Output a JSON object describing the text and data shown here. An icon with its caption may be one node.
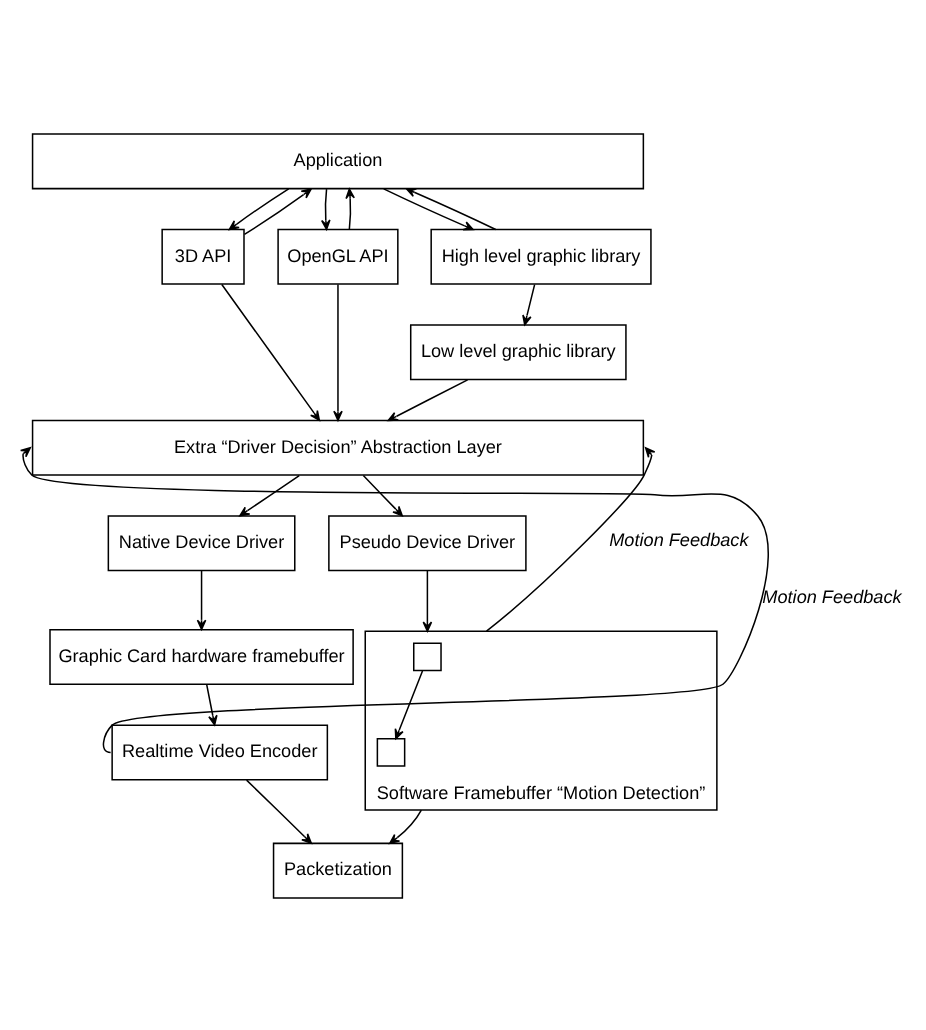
{
  "diagram": {
    "nodes": [
      {
        "text": [
          "Application"
        ]
      },
      {
        "text": [
          "3D API"
        ]
      },
      {
        "text": [
          "OpenGL API"
        ]
      },
      {
        "text": [
          "High level graphic library"
        ]
      },
      {
        "text": [
          "Low level graphic library"
        ]
      },
      {
        "text": [
          "Extra “Driver Decision” Abstraction Layer"
        ]
      },
      {
        "text": [
          "Native Device Driver"
        ]
      },
      {
        "text": [
          "Pseudo Device Driver"
        ]
      },
      {
        "text": [
          "Graphic Card hardware framebuffer"
        ]
      },
      {
        "text": [],
        "shape": "box",
        "beside": [
          "Software Framebuffer “Motion Detection”"
        ]
      },
      {
        "text": [],
        "shape": "box",
        "in": 9
      },
      {
        "text": [],
        "shape": "box",
        "in": 9
      },
      {
        "text": [
          "Realtime Video Encoder"
        ]
      },
      {
        "text": [
          "Packetization"
        ]
      }
    ],
    "edges": [
      {
        "from": 0,
        "to": 1,
        "arrow": "to"
      },
      {
        "from": 1,
        "to": 0,
        "arrow": "to"
      },
      {
        "from": 0,
        "to": 2,
        "arrow": "to"
      },
      {
        "from": 2,
        "to": 0,
        "arrow": "to"
      },
      {
        "from": 0,
        "to": 3,
        "arrow": "to"
      },
      {
        "from": 3,
        "to": 0,
        "arrow": "to"
      },
      {
        "from": 3,
        "to": 4,
        "arrow": "to"
      },
      {
        "from": 1,
        "to": 5,
        "arrow": "to"
      },
      {
        "from": 2,
        "to": 5,
        "arrow": "to"
      },
      {
        "from": 4,
        "to": 5,
        "arrow": "to"
      },
      {
        "from": 5,
        "to": 6,
        "arrow": "to"
      },
      {
        "from": 5,
        "to": 7,
        "arrow": "to"
      },
      {
        "from": 6,
        "to": 8,
        "arrow": "to"
      },
      {
        "from": 7,
        "to": 9,
        "arrow": "to"
      },
      {
        "from": 10,
        "to": 11,
        "arrow": "to"
      },
      {
        "from": 8,
        "to": 12,
        "arrow": "to"
      },
      {
        "from": 12,
        "to": 5,
        "arrow": "to",
        "label": "Motion Feedback"
      },
      {
        "from": 9,
        "to": 5,
        "arrow": "to",
        "label": "Motion Feedback"
      },
      {
        "from": 12,
        "to": 13,
        "arrow": "to"
      },
      {
        "from": 9,
        "to": 13,
        "arrow": "to"
      }
    ]
  }
}
